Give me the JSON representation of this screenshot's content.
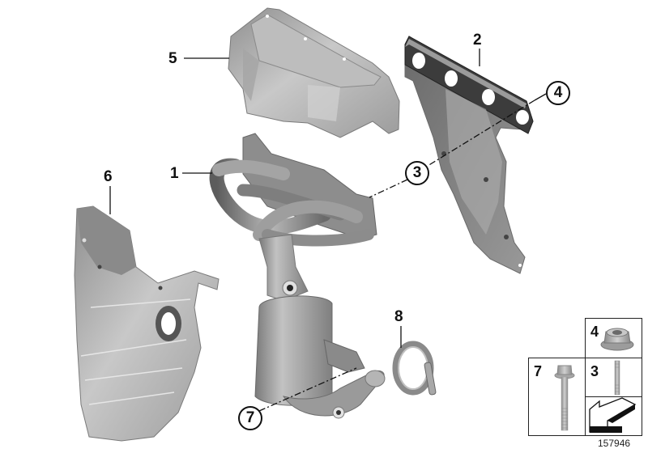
{
  "diagram": {
    "id_label": "157946",
    "colors": {
      "part_light": "#c9c9c9",
      "part_mid": "#9a9a9a",
      "part_dark": "#6e6e6e",
      "gasket_dark": "#3a3a3a",
      "line": "#111111",
      "background": "#ffffff"
    },
    "callouts": [
      {
        "number": "1",
        "part": "exhaust-manifold-with-catalytic-converter",
        "style": "plain"
      },
      {
        "number": "2",
        "part": "manifold-gasket",
        "style": "plain"
      },
      {
        "number": "3",
        "part": "stud",
        "style": "circled"
      },
      {
        "number": "4",
        "part": "hex-nut",
        "style": "circled"
      },
      {
        "number": "5",
        "part": "upper-heat-shield",
        "style": "plain"
      },
      {
        "number": "6",
        "part": "lower-heat-shield",
        "style": "plain"
      },
      {
        "number": "7",
        "part": "hex-bolt",
        "style": "circled"
      },
      {
        "number": "8",
        "part": "clamp-ring-with-seal",
        "style": "plain"
      }
    ],
    "legend": {
      "cells": [
        {
          "number": "4",
          "item": "hex-nut-flange"
        },
        {
          "number": "3",
          "item": "stud-bolt"
        },
        {
          "number": "7",
          "item": "hex-bolt-flange"
        },
        {
          "number": "",
          "item": "direction-arrow"
        }
      ]
    }
  }
}
